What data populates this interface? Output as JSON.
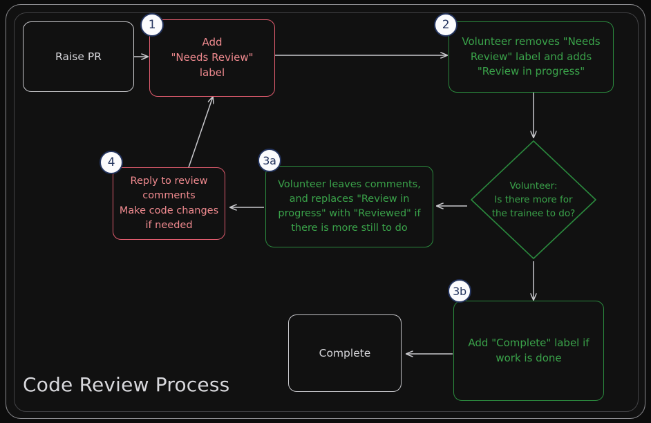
{
  "diagram": {
    "title": "Code Review Process",
    "type": "flowchart",
    "colors": {
      "background": "#0c0c0c",
      "frame_border": "#8c8c90",
      "neutral": "#c8c8cc",
      "pink": "#e05c6e",
      "pink_text": "#f08a8f",
      "green": "#2b8a3e",
      "green_text": "#3aa34a",
      "badge_fill": "#fbfbfd",
      "badge_border": "#24345e",
      "arrow": "#c9c9cd"
    },
    "nodes": [
      {
        "id": "raise-pr",
        "label": "Raise PR",
        "style": "plain",
        "badge": null,
        "shape": "rounded-rect"
      },
      {
        "id": "add-needs-review",
        "label": "Add\n\"Needs Review\"\nlabel",
        "style": "pink",
        "badge": "1",
        "shape": "rounded-rect"
      },
      {
        "id": "volunteer-removes",
        "label": "Volunteer removes \"Needs\nReview\" label and adds\n\"Review in progress\"",
        "style": "green",
        "badge": "2",
        "shape": "rounded-rect"
      },
      {
        "id": "decision-more-work",
        "label": "Volunteer:\nIs there more for\nthe trainee to do?",
        "style": "green",
        "badge": null,
        "shape": "diamond"
      },
      {
        "id": "volunteer-leaves-comments",
        "label": "Volunteer leaves comments,\nand replaces \"Review in\nprogress\" with \"Reviewed\" if\nthere is more still to do",
        "style": "green",
        "badge": "3a",
        "shape": "rounded-rect"
      },
      {
        "id": "reply-to-review",
        "label": "Reply to review\ncomments\nMake code changes\nif needed",
        "style": "pink",
        "badge": "4",
        "shape": "rounded-rect"
      },
      {
        "id": "add-complete-label",
        "label": "Add \"Complete\" label if\nwork is done",
        "style": "green",
        "badge": "3b",
        "shape": "rounded-rect"
      },
      {
        "id": "complete",
        "label": "Complete",
        "style": "plain",
        "badge": null,
        "shape": "rounded-rect"
      }
    ],
    "edges": [
      {
        "from": "raise-pr",
        "to": "add-needs-review",
        "label": ""
      },
      {
        "from": "add-needs-review",
        "to": "volunteer-removes",
        "label": ""
      },
      {
        "from": "volunteer-removes",
        "to": "decision-more-work",
        "label": ""
      },
      {
        "from": "decision-more-work",
        "to": "volunteer-leaves-comments",
        "label": ""
      },
      {
        "from": "decision-more-work",
        "to": "add-complete-label",
        "label": ""
      },
      {
        "from": "volunteer-leaves-comments",
        "to": "reply-to-review",
        "label": ""
      },
      {
        "from": "reply-to-review",
        "to": "add-needs-review",
        "label": ""
      },
      {
        "from": "add-complete-label",
        "to": "complete",
        "label": ""
      }
    ]
  }
}
